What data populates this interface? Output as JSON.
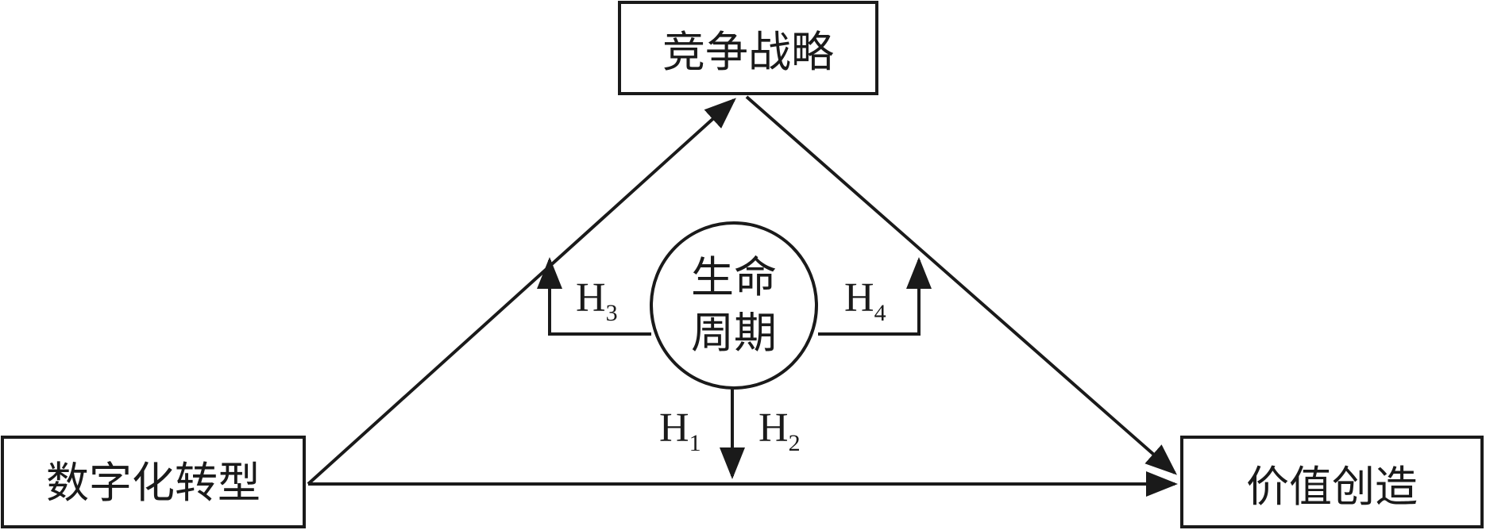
{
  "nodes": {
    "competitive_strategy": "竞争战略",
    "digital_transformation": "数字化转型",
    "value_creation": "价值创造",
    "life_cycle_line1": "生命",
    "life_cycle_line2": "周期"
  },
  "hypotheses": [
    {
      "letter": "H",
      "sub": "1"
    },
    {
      "letter": "H",
      "sub": "2"
    },
    {
      "letter": "H",
      "sub": "3"
    },
    {
      "letter": "H",
      "sub": "4"
    }
  ],
  "colors": {
    "stroke": "#1a1a1a",
    "background": "#ffffff"
  }
}
